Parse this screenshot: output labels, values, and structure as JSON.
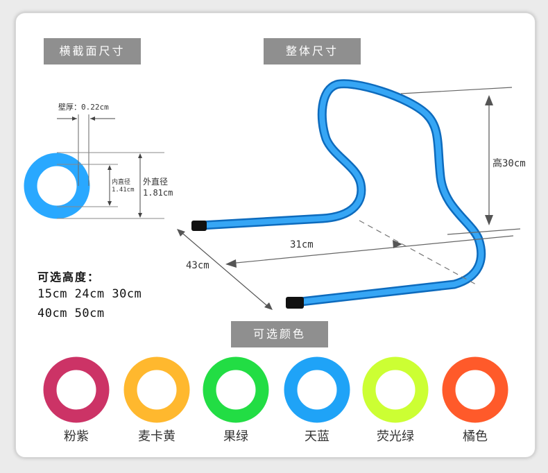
{
  "tags": {
    "cross_section": "横截面尺寸",
    "overall": "整体尺寸",
    "colors": "可选颜色"
  },
  "cross_section": {
    "wall_label": "壁厚：0.22cm",
    "inner_label_1": "内直径",
    "inner_label_2": "1.41cm",
    "outer_label_1": "外直径",
    "outer_label_2": "1.81cm",
    "ring_color": "#29a8ff"
  },
  "overall": {
    "height_label": "高30cm",
    "width_label": "31cm",
    "depth_label": "43cm",
    "tube_color": "#1f8fe6"
  },
  "heights": {
    "title": "可选高度：",
    "line1": "15cm 24cm 30cm",
    "line2": "40cm 50cm"
  },
  "swatches": [
    {
      "label": "粉紫",
      "color": "#cc3366"
    },
    {
      "label": "麦卡黄",
      "color": "#ffb82e"
    },
    {
      "label": "果绿",
      "color": "#22dd44"
    },
    {
      "label": "天蓝",
      "color": "#1fa3f7"
    },
    {
      "label": "荧光绿",
      "color": "#ccff33"
    },
    {
      "label": "橘色",
      "color": "#ff5a2a"
    }
  ]
}
